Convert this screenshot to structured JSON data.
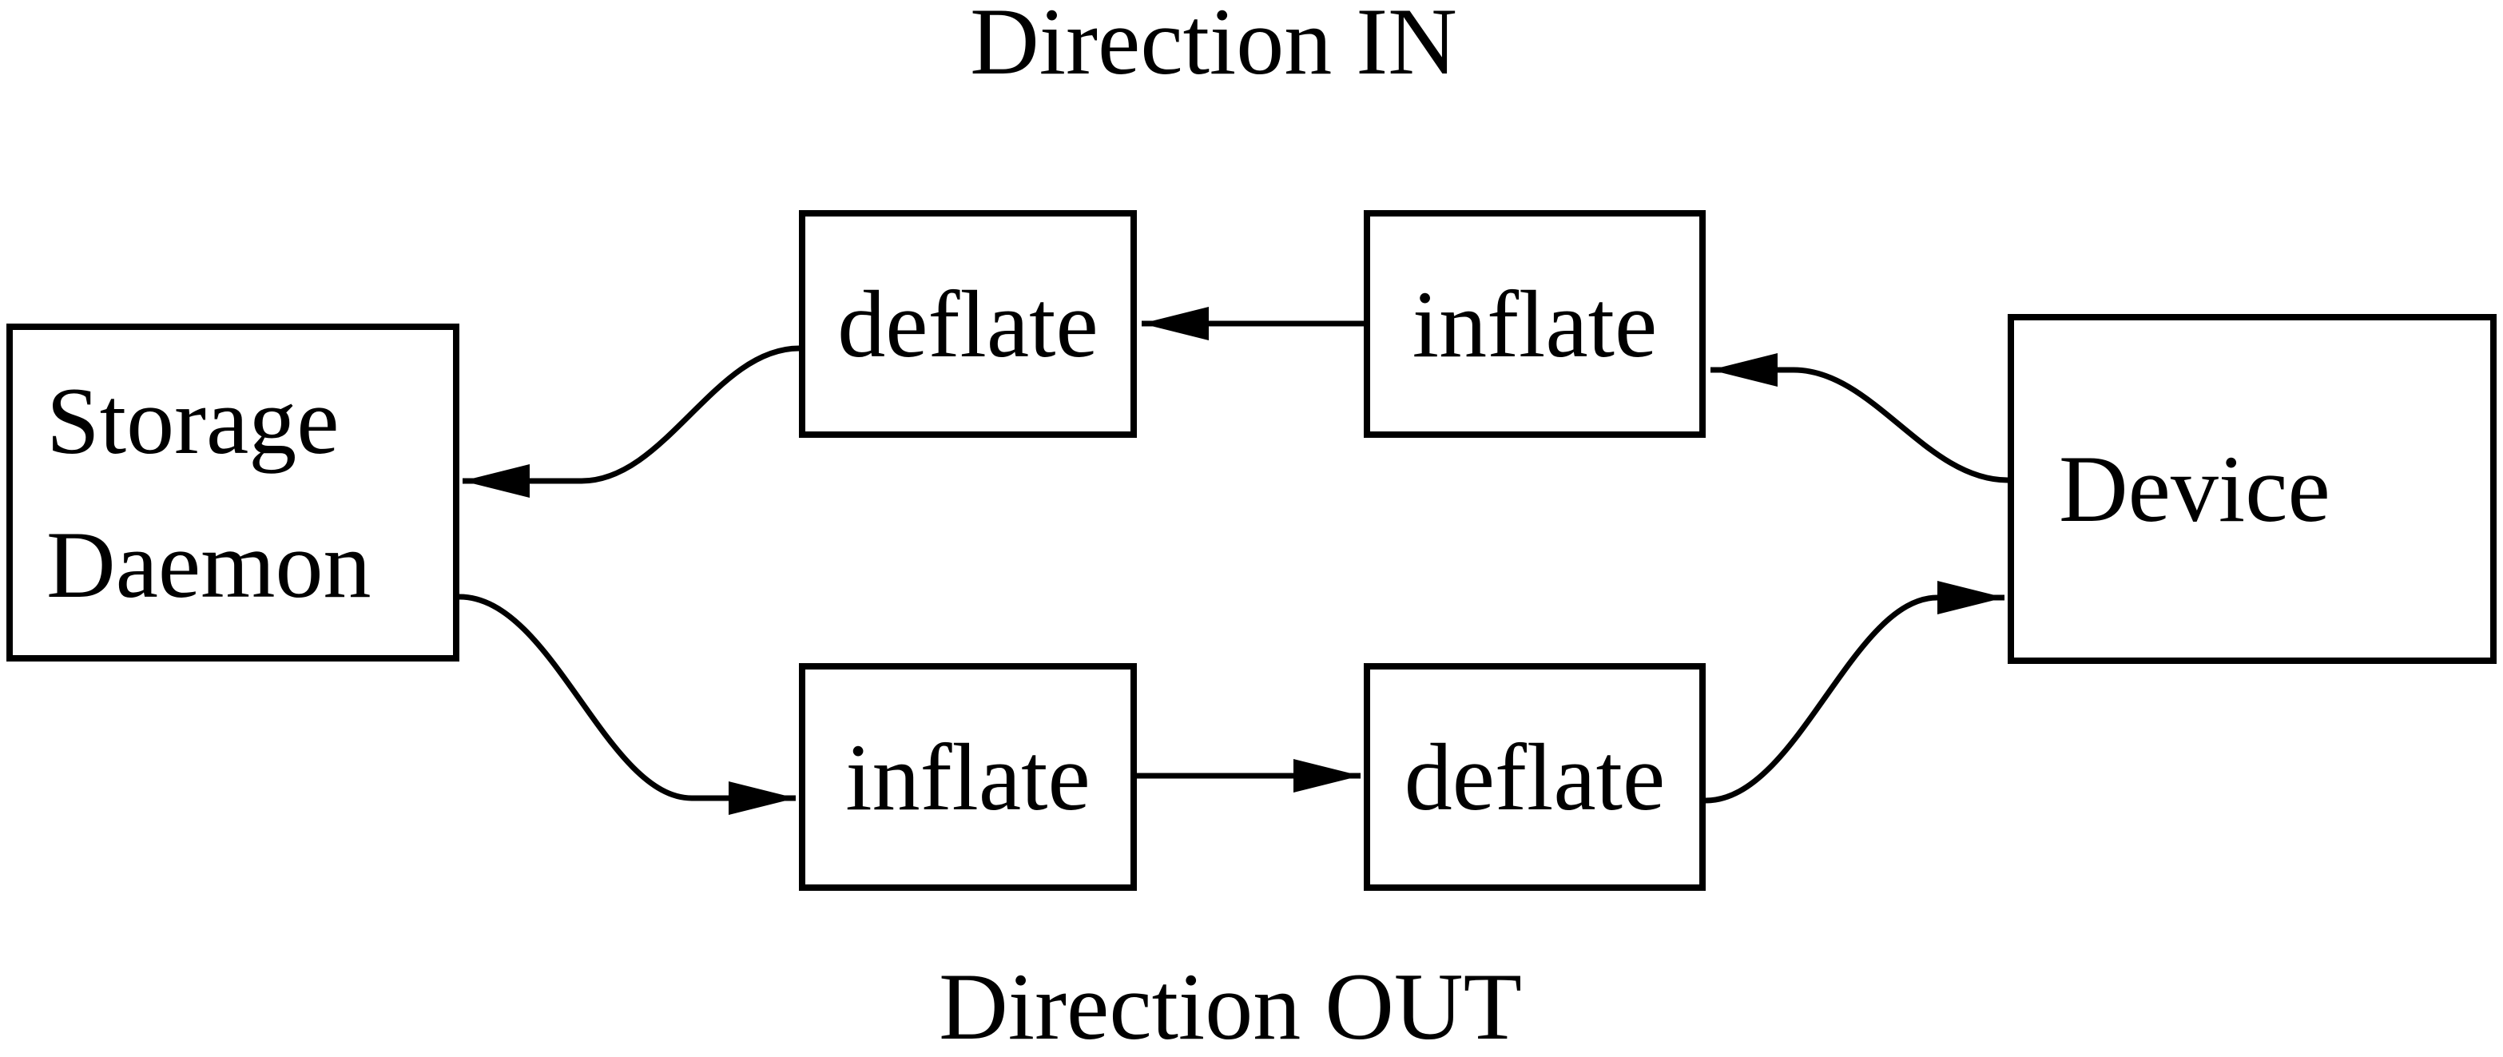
{
  "diagram": {
    "type": "flow-diagram",
    "background": "#ffffff",
    "stroke": "#000000",
    "titles": {
      "direction_in": "Direction IN",
      "direction_out": "Direction OUT"
    },
    "nodes": {
      "storage_daemon": {
        "line1": "Storage",
        "line2": "Daemon"
      },
      "deflate_in": {
        "label": "deflate"
      },
      "inflate_in": {
        "label": "inflate"
      },
      "inflate_out": {
        "label": "inflate"
      },
      "deflate_out": {
        "label": "deflate"
      },
      "device": {
        "label": "Device"
      }
    },
    "edges": [
      {
        "from": "device",
        "to": "inflate_in",
        "flow": "direction-in",
        "arrow": "left"
      },
      {
        "from": "inflate_in",
        "to": "deflate_in",
        "flow": "direction-in",
        "arrow": "left"
      },
      {
        "from": "deflate_in",
        "to": "storage_daemon",
        "flow": "direction-in",
        "arrow": "left"
      },
      {
        "from": "storage_daemon",
        "to": "inflate_out",
        "flow": "direction-out",
        "arrow": "right"
      },
      {
        "from": "inflate_out",
        "to": "deflate_out",
        "flow": "direction-out",
        "arrow": "right"
      },
      {
        "from": "deflate_out",
        "to": "device",
        "flow": "direction-out",
        "arrow": "right"
      }
    ]
  }
}
